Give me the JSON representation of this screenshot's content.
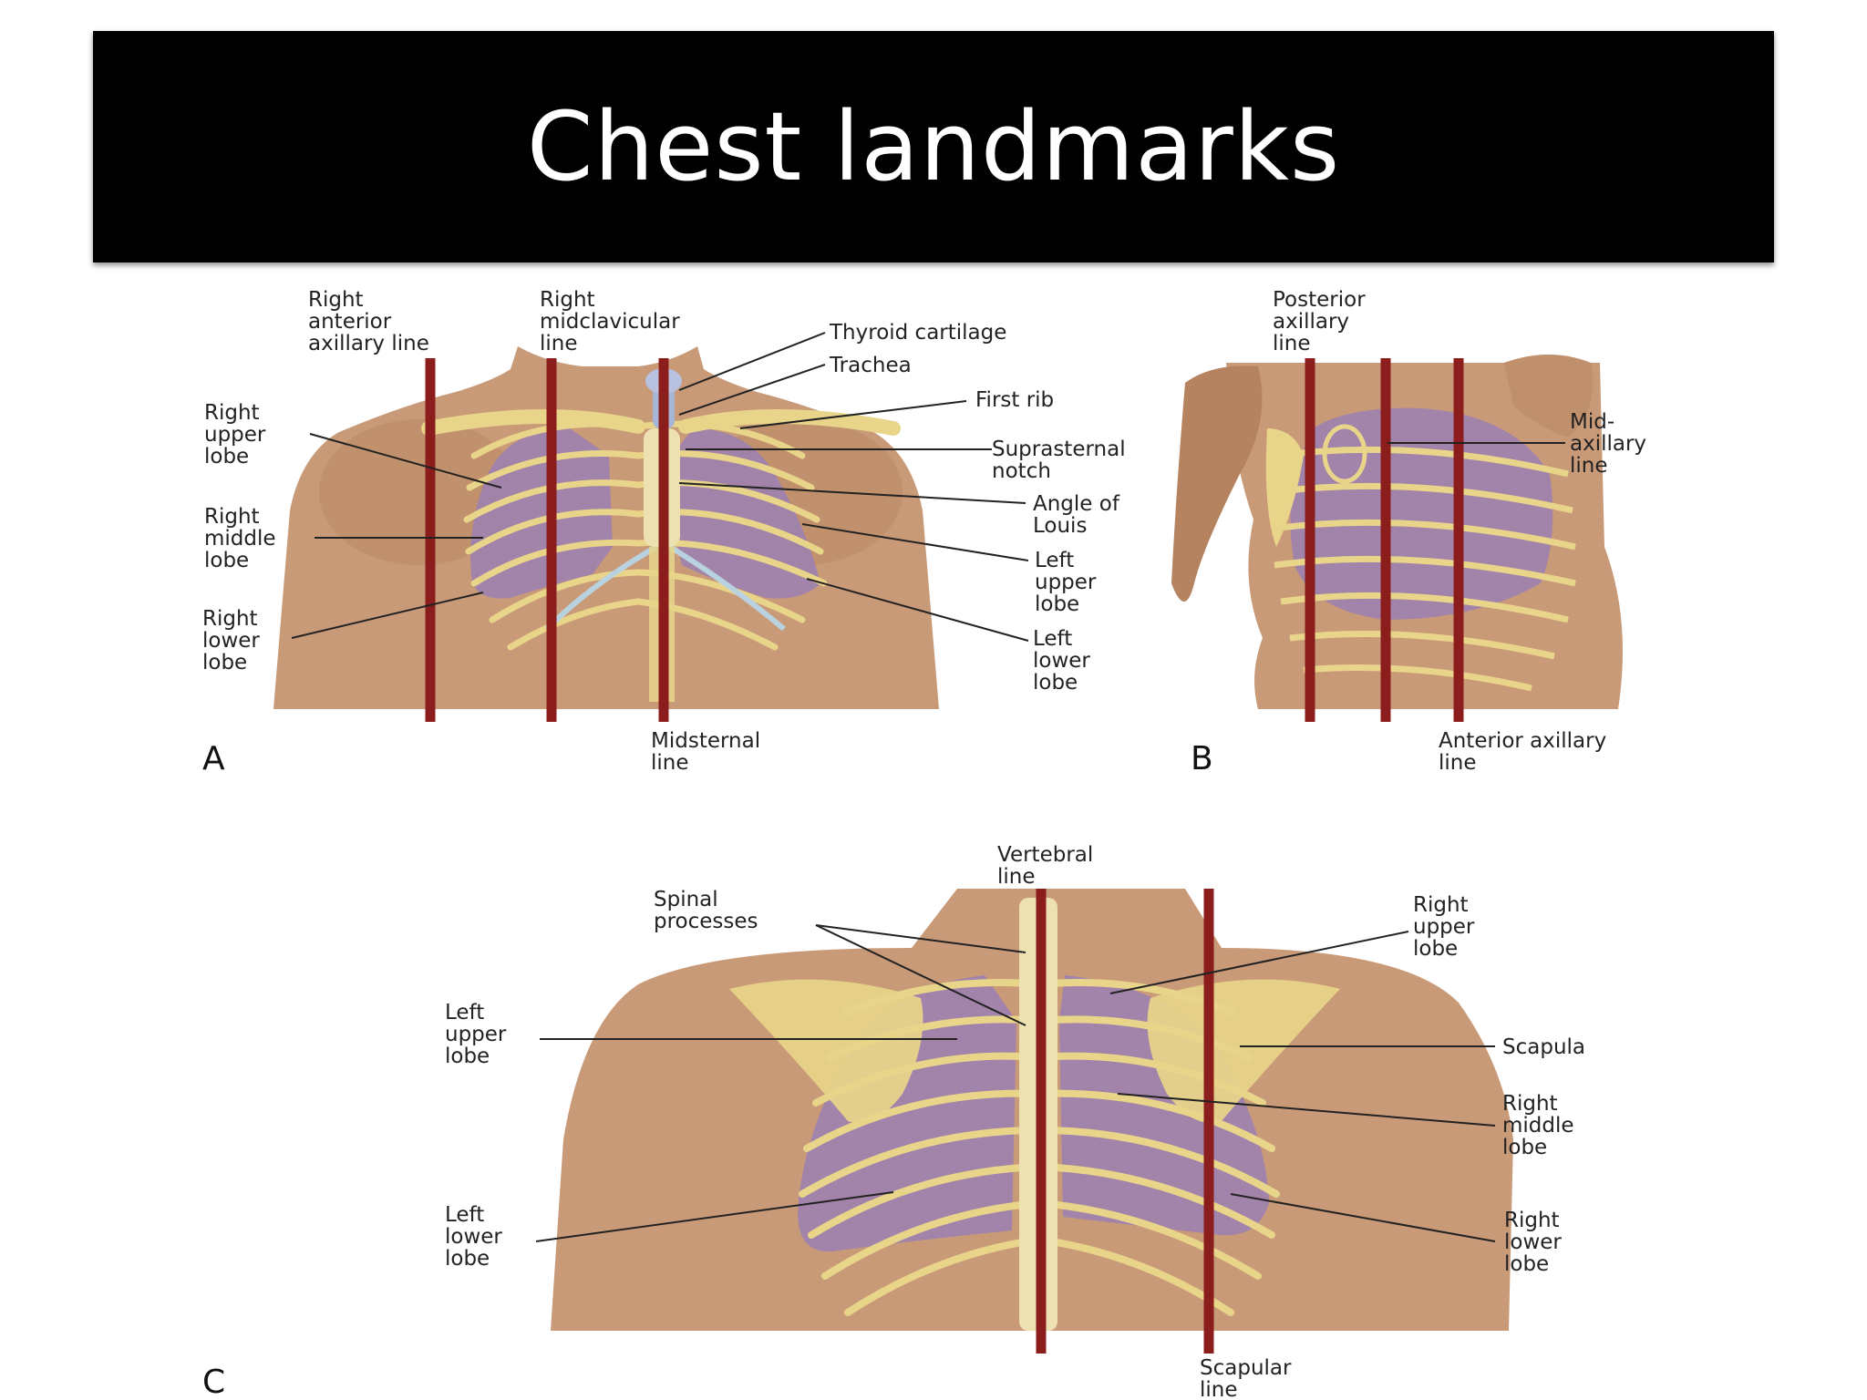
{
  "title": "Chest landmarks",
  "colors": {
    "header_bg": "#000000",
    "header_text": "#ffffff",
    "reference_line": "#8b1d1d",
    "lung": "#9b7fb3",
    "bone": "#e8d58a",
    "skin": "#c99a78"
  },
  "panel_a": {
    "letter": "A",
    "labels": {
      "right_anterior_axillary": [
        "Right",
        "anterior",
        "axillary line"
      ],
      "right_midclavicular": [
        "Right",
        "midclavicular",
        "line"
      ],
      "thyroid_cartilage": [
        "Thyroid cartilage"
      ],
      "trachea": [
        "Trachea"
      ],
      "first_rib": [
        "First rib"
      ],
      "suprasternal_notch": [
        "Suprasternal",
        "notch"
      ],
      "angle_of_louis": [
        "Angle of",
        "Louis"
      ],
      "left_upper_lobe": [
        "Left",
        "upper",
        "lobe"
      ],
      "left_lower_lobe": [
        "Left",
        "lower",
        "lobe"
      ],
      "right_upper_lobe": [
        "Right",
        "upper",
        "lobe"
      ],
      "right_middle_lobe": [
        "Right",
        "middle",
        "lobe"
      ],
      "right_lower_lobe": [
        "Right",
        "lower",
        "lobe"
      ],
      "midsternal": [
        "Midsternal",
        "line"
      ]
    }
  },
  "panel_b": {
    "letter": "B",
    "labels": {
      "posterior_axillary": [
        "Posterior",
        "axillary",
        "line"
      ],
      "mid_axillary": [
        "Mid-",
        "axillary",
        "line"
      ],
      "anterior_axillary": [
        "Anterior axillary",
        "line"
      ]
    }
  },
  "panel_c": {
    "letter": "C",
    "labels": {
      "vertebral": [
        "Vertebral",
        "line"
      ],
      "spinal_processes": [
        "Spinal",
        "processes"
      ],
      "right_upper_lobe": [
        "Right",
        "upper",
        "lobe"
      ],
      "left_upper_lobe": [
        "Left",
        "upper",
        "lobe"
      ],
      "scapula": [
        "Scapula"
      ],
      "right_middle_lobe": [
        "Right",
        "middle",
        "lobe"
      ],
      "left_lower_lobe": [
        "Left",
        "lower",
        "lobe"
      ],
      "right_lower_lobe": [
        "Right",
        "lower",
        "lobe"
      ],
      "scapular": [
        "Scapular",
        "line"
      ]
    }
  }
}
